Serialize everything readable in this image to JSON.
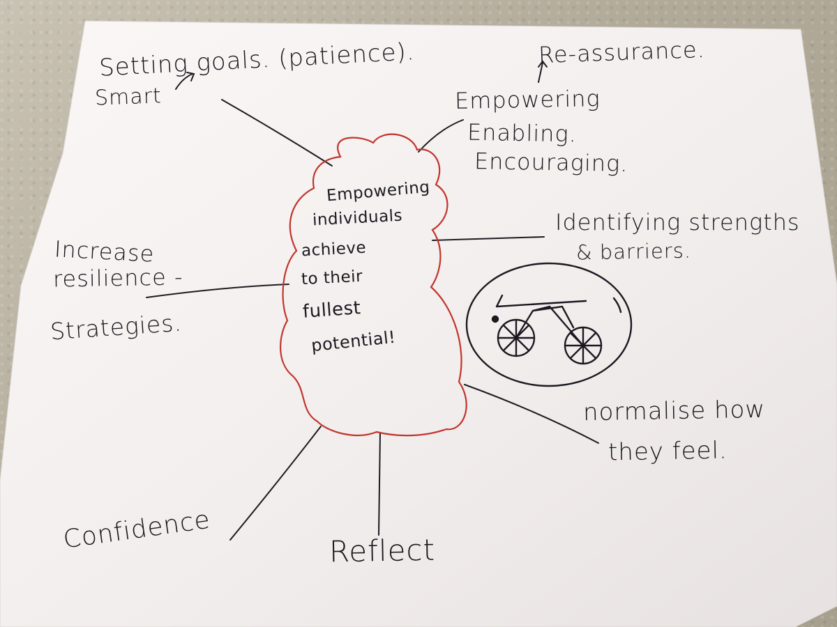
{
  "center": {
    "lines": [
      "Empowering",
      "individuals",
      "achieve",
      "to their",
      "fullest",
      "potential!"
    ]
  },
  "labels": {
    "setting_goals": "Setting goals. (patience).",
    "smart": "Smart",
    "reassurance": "Re-assurance.",
    "empowering": "Empowering",
    "enabling": "Enabling.",
    "encouraging": "Encouraging.",
    "identifying": "Identifying strengths",
    "barriers": "& barriers.",
    "increase": "Increase",
    "resilience": "resilience -",
    "strategies": "Strategies.",
    "normalise": "normalise how",
    "they_feel": "they feel.",
    "confidence": "Confidence",
    "reflect": "Reflect"
  },
  "colors": {
    "ink": "#17161c",
    "cloud_outline": "#c0352d",
    "paper": "#f3efee"
  },
  "icons": [
    "bicycle-sketch-icon"
  ]
}
